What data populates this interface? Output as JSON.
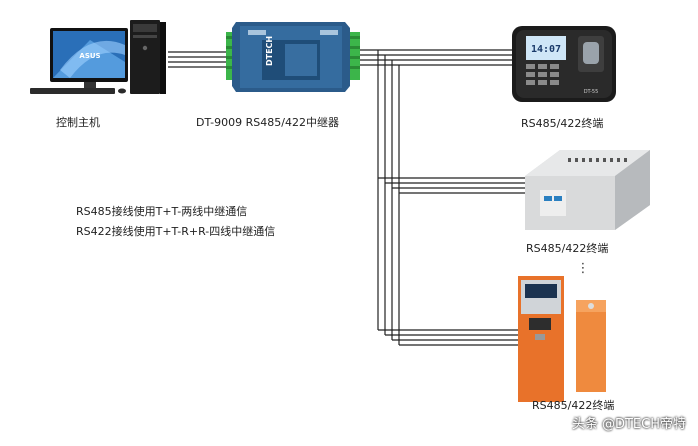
{
  "nodes": {
    "host": {
      "label": "控制主机",
      "monitor_logo": "ASUS"
    },
    "repeater": {
      "label": "DT-9009 RS485/422中继器",
      "brand": "DTECH"
    },
    "terminal_1": {
      "label": "RS485/422终端",
      "screen_time": "14:07",
      "model": "DT-55"
    },
    "terminal_2": {
      "label": "RS485/422终端"
    },
    "terminal_3": {
      "label": "RS485/422终端"
    }
  },
  "notes": [
    "RS485接线使用T+T-两线中继通信",
    "RS422接线使用T+T-R+R-四线中继通信"
  ],
  "ellipsis": "⋮",
  "watermark": "头条 @DTECH帝特",
  "colors": {
    "wire": "#222222",
    "terminal_block": "#3cb54a",
    "repeater_body": "#2b5b8a",
    "barrier_orange": "#e8722a",
    "plc_gray": "#d9dadb"
  }
}
